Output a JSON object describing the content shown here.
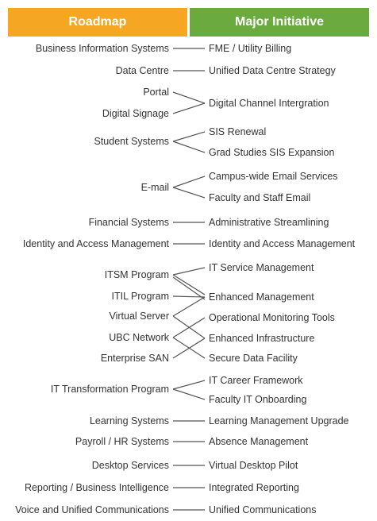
{
  "header": {
    "roadmap_label": "Roadmap",
    "initiative_label": "Major Initiative",
    "roadmap_color": "#F5A623",
    "initiative_color": "#6AAA3E"
  },
  "roadmap": [
    "Business Information Systems",
    "Data Centre",
    "Portal",
    "Digital Signage",
    "Student Systems",
    "E-mail",
    "Financial Systems",
    "Identity and Access Management",
    "ITSM Program",
    "ITIL Program",
    "Virtual Server",
    "UBC Network",
    "Enterprise SAN",
    "IT Transformation Program",
    "Learning Systems",
    "Payroll / HR Systems",
    "Desktop Services",
    "Reporting / Business Intelligence",
    "Voice and Unified Communications"
  ],
  "initiatives": [
    "FME / Utility Billing",
    "Unified Data Centre Strategy",
    "Digital Channel Intergration",
    "SIS Renewal",
    "Grad Studies SIS Expansion",
    "Campus-wide Email Services",
    "Faculty and Staff Email",
    "Administrative Streamlining",
    "Identity and Access Management",
    "IT Service Management",
    "Enhanced Management",
    "Operational Monitoring Tools",
    "Enhanced Infrastructure",
    "Secure Data Facility",
    "IT Career Framework",
    "Faculty IT Onboarding",
    "Learning Management Upgrade",
    "Absence Management",
    "Virtual Desktop Pilot",
    "Integrated Reporting",
    "Unified Communications"
  ]
}
